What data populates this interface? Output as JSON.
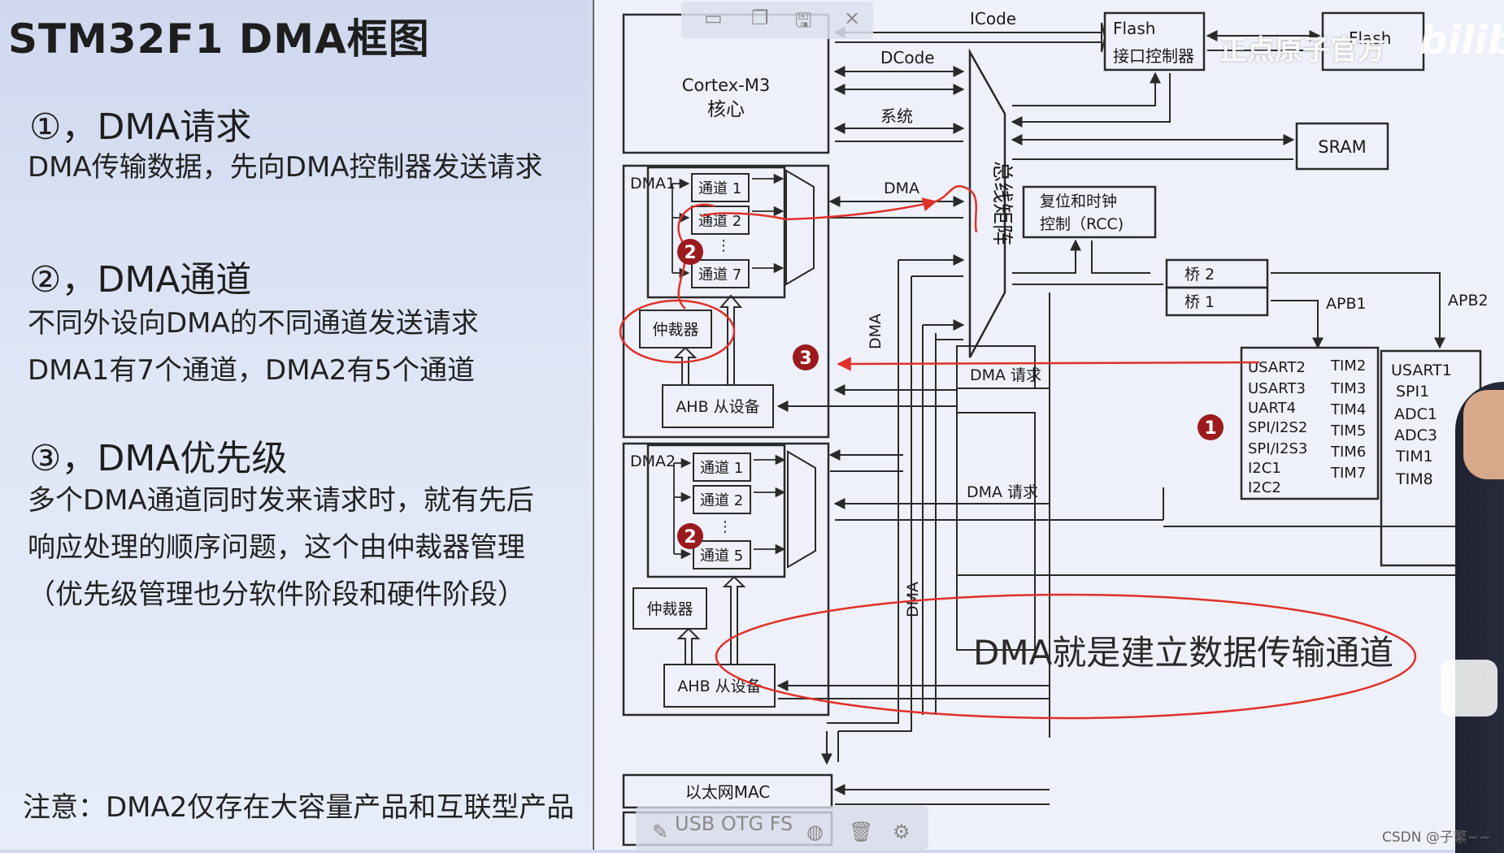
{
  "slide": {
    "title": "STM32F1 DMA框图",
    "sections": [
      {
        "heading": "①，DMA请求",
        "lines": [
          "DMA传输数据，先向DMA控制器发送请求"
        ]
      },
      {
        "heading": "②，DMA通道",
        "lines": [
          "不同外设向DMA的不同通道发送请求",
          "DMA1有7个通道，DMA2有5个通道"
        ]
      },
      {
        "heading": "③，DMA优先级",
        "lines": [
          "多个DMA通道同时发来请求时，就有先后",
          "响应处理的顺序问题，这个由仲裁器管理",
          "（优先级管理也分软件阶段和硬件阶段）"
        ]
      }
    ],
    "note": "注意：DMA2仅存在大容量产品和互联型产品"
  },
  "diagram": {
    "cortex": {
      "line1": "Cortex-M3",
      "line2": "核心"
    },
    "bus_labels": {
      "icode": "ICode",
      "dcode": "DCode",
      "system": "系统",
      "dma_top": "DMA",
      "dma_v1": "DMA",
      "dma_v2": "DMA"
    },
    "flash_ctrl": {
      "line1": "Flash",
      "line2": "接口控制器"
    },
    "flash": "Flash",
    "sram": "SRAM",
    "bus_matrix": "总线矩阵",
    "rcc": {
      "line1": "复位和时钟",
      "line2": "控制（RCC)"
    },
    "bridges": {
      "b2": "桥  2",
      "b1": "桥  1"
    },
    "apb": {
      "apb1": "APB1",
      "apb2": "APB2"
    },
    "dma1": {
      "label": "DMA1",
      "channels": [
        "通道 1",
        "通道 2",
        "通道 7"
      ],
      "arbiter": "仲裁器",
      "ahb_slave": "AHB 从设备"
    },
    "dma2": {
      "label": "DMA2",
      "channels": [
        "通道 1",
        "通道 2",
        "通道 5"
      ],
      "arbiter": "仲裁器",
      "ahb_slave": "AHB 从设备"
    },
    "dma_request_labels": [
      "DMA 请求",
      "DMA 请求"
    ],
    "apb1_peripherals_col1": [
      "USART2",
      "USART3",
      "UART4",
      "SPI/I2S2",
      "SPI/I2S3",
      "I2C1",
      "I2C2"
    ],
    "apb1_peripherals_col2": [
      "TIM2",
      "TIM3",
      "TIM4",
      "TIM5",
      "TIM6",
      "TIM7"
    ],
    "apb2_peripherals": [
      "USART1",
      "SPI1",
      "ADC1",
      "ADC3",
      "TIM1",
      "TIM8"
    ],
    "ethernet": "以太网MAC",
    "usb_otg": "USB OTG FS",
    "annotation": "DMA就是建立数据传输通道",
    "markers": [
      "1",
      "2",
      "2",
      "3"
    ]
  },
  "overlay": {
    "watermark": "正点原子官方",
    "logo": "bilib",
    "credit": "CSDN @子繁~~",
    "toolbar_icons": [
      "minimize-icon",
      "copy-icon",
      "save-icon",
      "close-icon"
    ],
    "toolbar_close": "×"
  },
  "colors": {
    "annotation_red": "#e0302a",
    "marker_fill": "#9b1a1e",
    "line_dark": "#2a2a2a"
  }
}
